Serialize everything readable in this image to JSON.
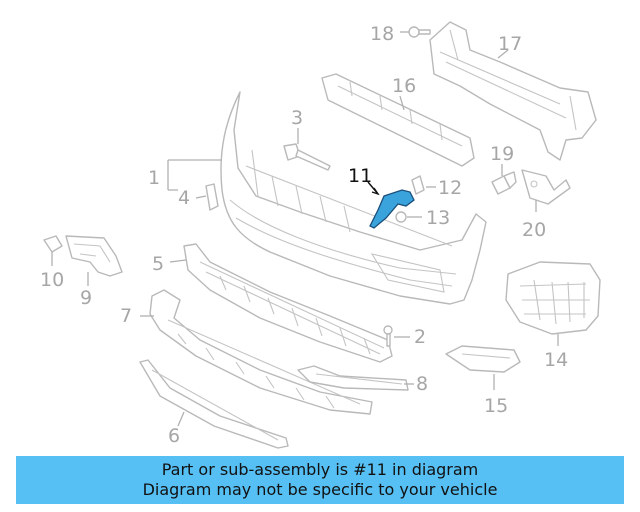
{
  "diagram": {
    "highlighted_part": "11",
    "labels": {
      "p1": "1",
      "p2": "2",
      "p3": "3",
      "p4": "4",
      "p5": "5",
      "p6": "6",
      "p7": "7",
      "p8": "8",
      "p9": "9",
      "p10": "10",
      "p11": "11",
      "p12": "12",
      "p13": "13",
      "p14": "14",
      "p15": "15",
      "p16": "16",
      "p17": "17",
      "p18": "18",
      "p19": "19",
      "p20": "20"
    }
  },
  "banner": {
    "line1": "Part or sub-assembly is #11 in diagram",
    "line2": "Diagram may not be specific to your vehicle"
  },
  "colors": {
    "banner_background": "#56bff3",
    "highlight_fill": "#3aa3dc",
    "line_gray": "#b9b9b9"
  }
}
